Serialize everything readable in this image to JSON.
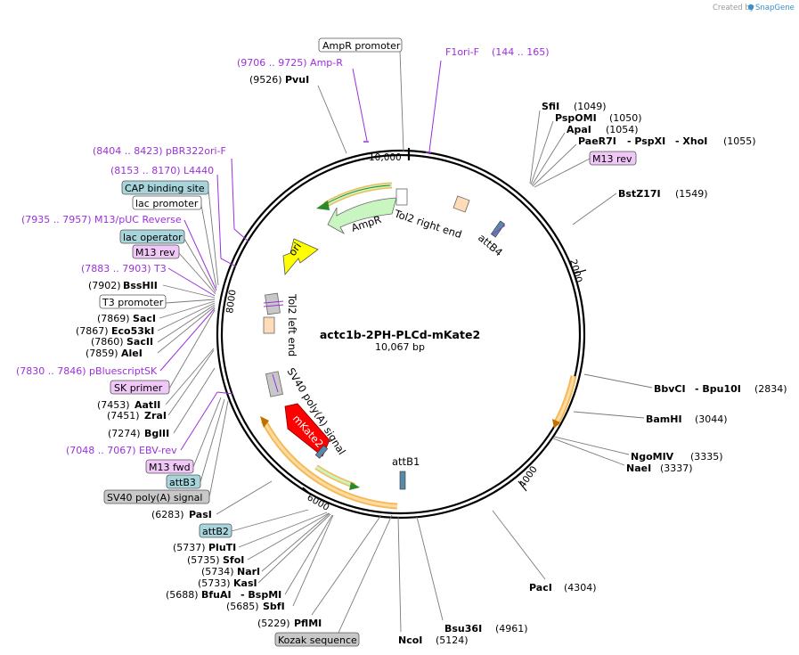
{
  "credit": {
    "prefix": "Created by",
    "brand": "SnapGene"
  },
  "plasmid": {
    "name": "actc1b-2PH-PLCd-mKate2",
    "length": "10,067 bp"
  },
  "ticks": [
    "10,000",
    "2000",
    "4000",
    "6000",
    "8000"
  ],
  "features": {
    "ampr_promoter": "AmpR promoter",
    "ampr": "AmpR",
    "tol2_right": "Tol2 right end",
    "ori": "ori",
    "attb4": "attB4",
    "tol2_left": "Tol2 left end",
    "sv40": "SV40 poly(A) signal",
    "mkate2": "mKate2",
    "attb1": "attB1"
  },
  "left_labels": {
    "f1ori_f": {
      "range": "(144 .. 165)",
      "name": "F1ori-F"
    },
    "amp_r": "(9706 .. 9725)  Amp-R",
    "pvui": {
      "pos": "(9526)",
      "name": "PvuI"
    },
    "pbr322": "(8404 .. 8423)  pBR322ori-F",
    "l4440": "(8153 .. 8170)  L4440",
    "cap": "CAP binding site",
    "lac_promoter": "lac promoter",
    "m13_puc": "(7935 .. 7957)  M13/pUC Reverse",
    "lac_operator": "lac operator",
    "m13_rev": "M13 rev",
    "t3": "(7883 .. 7903)  T3",
    "bsshii": {
      "pos": "(7902)",
      "name": "BssHII"
    },
    "t3_promoter": "T3 promoter",
    "saci": {
      "pos": "(7869)",
      "name": "SacI"
    },
    "eco53ki": {
      "pos": "(7867)",
      "name": "Eco53kI"
    },
    "sacii": {
      "pos": "(7860)",
      "name": "SacII"
    },
    "alei": {
      "pos": "(7859)",
      "name": "AleI"
    },
    "pbluescript": "(7830 .. 7846)  pBluescriptSK",
    "sk_primer": "SK primer",
    "aatii": {
      "pos": "(7453)",
      "name": "AatII"
    },
    "zrai": {
      "pos": "(7451)",
      "name": "ZraI"
    },
    "bglii": {
      "pos": "(7274)",
      "name": "BglII"
    },
    "ebv_rev": "(7048 .. 7067)  EBV-rev",
    "m13_fwd": "M13 fwd",
    "attb3": "attB3",
    "sv40_box": "SV40 poly(A) signal",
    "pasi": {
      "pos": "(6283)",
      "name": "PasI"
    },
    "attb2": "attB2",
    "plutI": {
      "pos": "(5737)",
      "name": "PluTI"
    },
    "sfoi": {
      "pos": "(5735)",
      "name": "SfoI"
    },
    "nari": {
      "pos": "(5734)",
      "name": "NarI"
    },
    "kasi": {
      "pos": "(5733)",
      "name": "KasI"
    },
    "bfuai": {
      "pos": "(5688)",
      "name": "BfuAI",
      "extra": "- BspMI"
    },
    "sbfi": {
      "pos": "(5685)",
      "name": "SbfI"
    },
    "pflmi": {
      "pos": "(5229)",
      "name": "PflMI"
    },
    "kozak": "Kozak sequence"
  },
  "right_labels": {
    "sfii": {
      "name": "SfiI",
      "pos": "(1049)"
    },
    "pspomi": {
      "name": "PspOMI",
      "pos": "(1050)"
    },
    "apai": {
      "name": "ApaI",
      "pos": "(1054)"
    },
    "paer7i": {
      "name": "PaeR7I",
      "extra1": "- PspXI",
      "extra2": "- XhoI",
      "pos": "(1055)"
    },
    "m13_rev2": "M13 rev",
    "bstz17i": {
      "name": "BstZ17I",
      "pos": "(1549)"
    },
    "bbvci": {
      "name": "BbvCI",
      "extra": "- Bpu10I",
      "pos": "(2834)"
    },
    "bamhi": {
      "name": "BamHI",
      "pos": "(3044)"
    },
    "ngomiv": {
      "name": "NgoMIV",
      "pos": "(3335)"
    },
    "naei": {
      "name": "NaeI",
      "pos": "(3337)"
    },
    "paci": {
      "name": "PacI",
      "pos": "(4304)"
    },
    "bsu36i": {
      "name": "Bsu36I",
      "pos": "(4961)"
    },
    "ncoi": {
      "name": "NcoI",
      "pos": "(5124)"
    }
  },
  "colors": {
    "backbone": "#000000",
    "primer": "#9b30d9",
    "ori": "#ffff00",
    "mkate2": "#ff0000",
    "promoter": "#c8f5c0",
    "orange_bar": "#f5b95a",
    "tol2": "#ffdcb8",
    "att": "#5a88a8",
    "grey_box": "#c8c8c8",
    "cyan_box": "#a8d4dc",
    "purple_box": "#f0c8f8"
  }
}
